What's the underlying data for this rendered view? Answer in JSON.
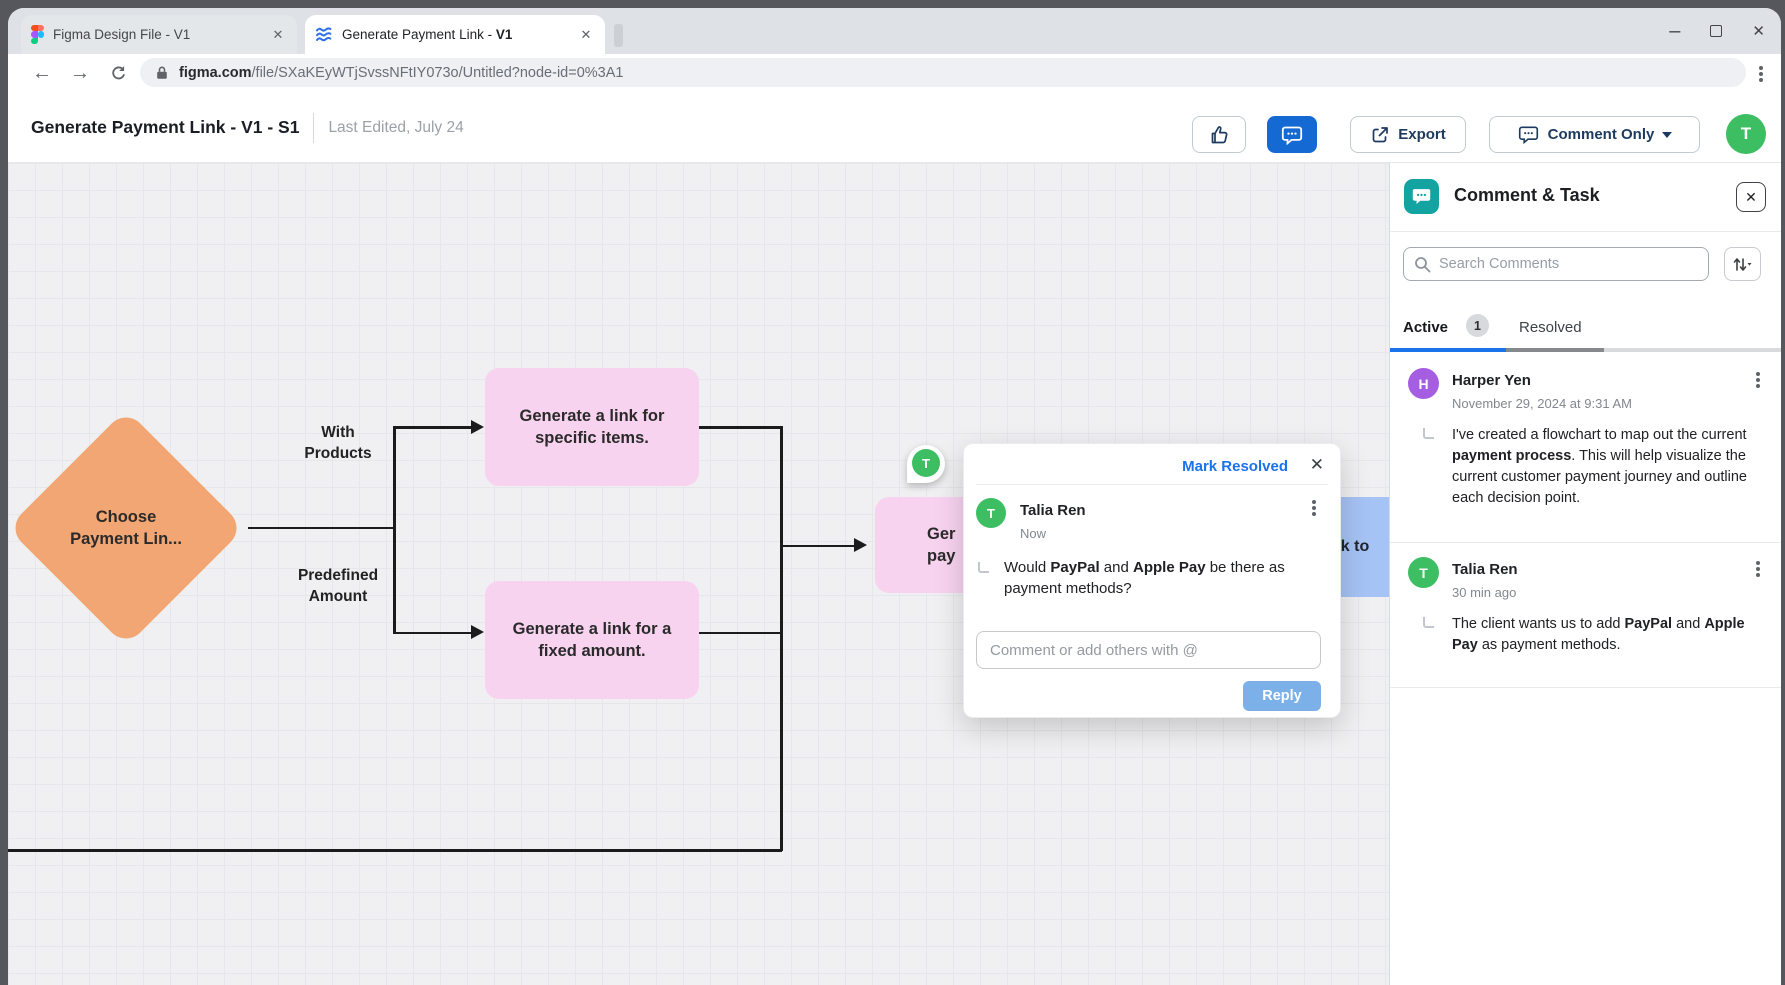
{
  "icons": {
    "close": "✕",
    "minimize": "–"
  },
  "tabs": [
    {
      "title": "Figma Design File - V1"
    },
    {
      "title": "Generate Payment Link - ",
      "title_bold": "V1"
    }
  ],
  "toolbar": {
    "url_domain": "figma.com",
    "url_path": "/file/SXaKEyWTjSvssNFtIY073o/Untitled?node-id=0%3A1"
  },
  "header": {
    "title": "Generate Payment Link - V1 - S1",
    "last_edited": "Last Edited, July 24",
    "export_label": "Export",
    "comment_only_label": "Comment Only",
    "avatar_initial": "T"
  },
  "canvas": {
    "diamond": {
      "line1": "Choose",
      "line2": "Payment Lin..."
    },
    "branch_top_label_1": "With",
    "branch_top_label_2": "Products",
    "branch_bottom_label_1": "Predefined",
    "branch_bottom_label_2": "Amount",
    "box_specific": {
      "line1": "Generate a link for",
      "line2": "specific items."
    },
    "box_fixed": {
      "line1": "Generate a link for a",
      "line2": "fixed amount."
    },
    "box_partial": {
      "line1": "Ger",
      "line2": "pay"
    },
    "box_blue_partial": "k to",
    "pin_initial": "T"
  },
  "popup": {
    "mark_resolved": "Mark Resolved",
    "author": "Talia Ren",
    "time": "Now",
    "avatar_initial": "T",
    "message": [
      {
        "t": "Would "
      },
      {
        "t": "PayPal",
        "b": true
      },
      {
        "t": " and "
      },
      {
        "t": "Apple Pay",
        "b": true
      },
      {
        "t": " be there as payment methods?"
      }
    ],
    "input_placeholder": "Comment or add others with @",
    "reply_label": "Reply"
  },
  "panel": {
    "title": "Comment & Task",
    "search_placeholder": "Search Comments",
    "tab_active": "Active",
    "tab_active_badge": "1",
    "tab_resolved": "Resolved",
    "comments": [
      {
        "initial": "H",
        "name": "Harper Yen",
        "time": "November 29, 2024 at 9:31 AM",
        "body": [
          {
            "t": "I've created a flowchart to map out the current "
          },
          {
            "t": "payment process",
            "b": true
          },
          {
            "t": ". This will help visualize the current customer payment journey and outline each decision point."
          }
        ]
      },
      {
        "initial": "T",
        "name": "Talia Ren",
        "time": "30 min ago",
        "body": [
          {
            "t": "The client wants us to add "
          },
          {
            "t": "PayPal",
            "b": true
          },
          {
            "t": " and "
          },
          {
            "t": "Apple Pay",
            "b": true
          },
          {
            "t": " as payment methods."
          }
        ]
      }
    ]
  },
  "colors": {
    "accent_blue": "#1a73e8",
    "chat_button_blue": "#1569d2",
    "navy_button_text": "#1d3a5f",
    "panel_teal": "#13a3a0",
    "avatar_green": "#3dbe62",
    "avatar_purple": "#a55ee2",
    "flow_orange": "#f2a674",
    "flow_pink": "#f8d3f0",
    "flow_blue": "#a6c3f5",
    "reply_button": "#7cb0e8"
  }
}
